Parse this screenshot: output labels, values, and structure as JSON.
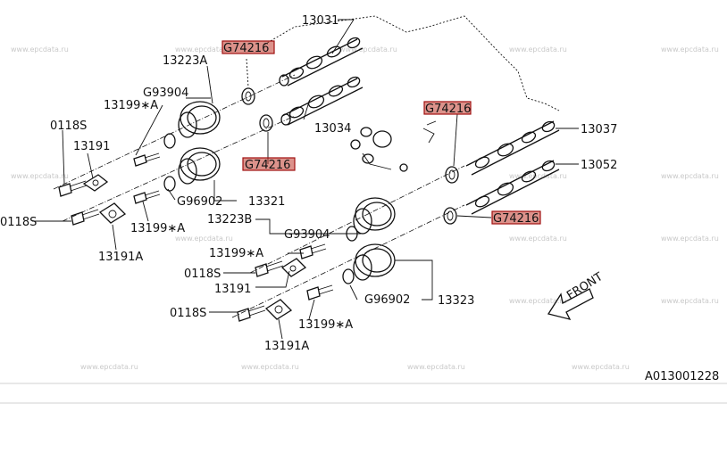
{
  "diagram_id": "A013001228",
  "watermark_text": "www.epcdata.ru",
  "front_label": "FRONT",
  "labels": {
    "l13031": "13031",
    "l13223A": "13223A",
    "lG93904a": "G93904",
    "l13199A_1": "13199∗A",
    "l0118S_1": "0118S",
    "l13191_1": "13191",
    "lG96902a": "G96902",
    "l13321": "13321",
    "l13034": "13034",
    "l0118S_2": "0118S",
    "l13199A_2": "13199∗A",
    "l13191A_1": "13191A",
    "l13223B": "13223B",
    "lG93904b": "G93904",
    "l13199A_3": "13199∗A",
    "l0118S_3": "0118S",
    "l13191_2": "13191",
    "lG96902b": "G96902",
    "l13323": "13323",
    "l0118S_4": "0118S",
    "l13199A_4": "13199∗A",
    "l13191A_2": "13191A",
    "l13037": "13037",
    "l13052": "13052",
    "lG74216_1": "G74216",
    "lG74216_2": "G74216",
    "lG74216_3": "G74216",
    "lG74216_4": "G74216"
  },
  "colors": {
    "highlight": "#c0392b",
    "line": "#111111",
    "watermark": "#c9c9c9"
  }
}
